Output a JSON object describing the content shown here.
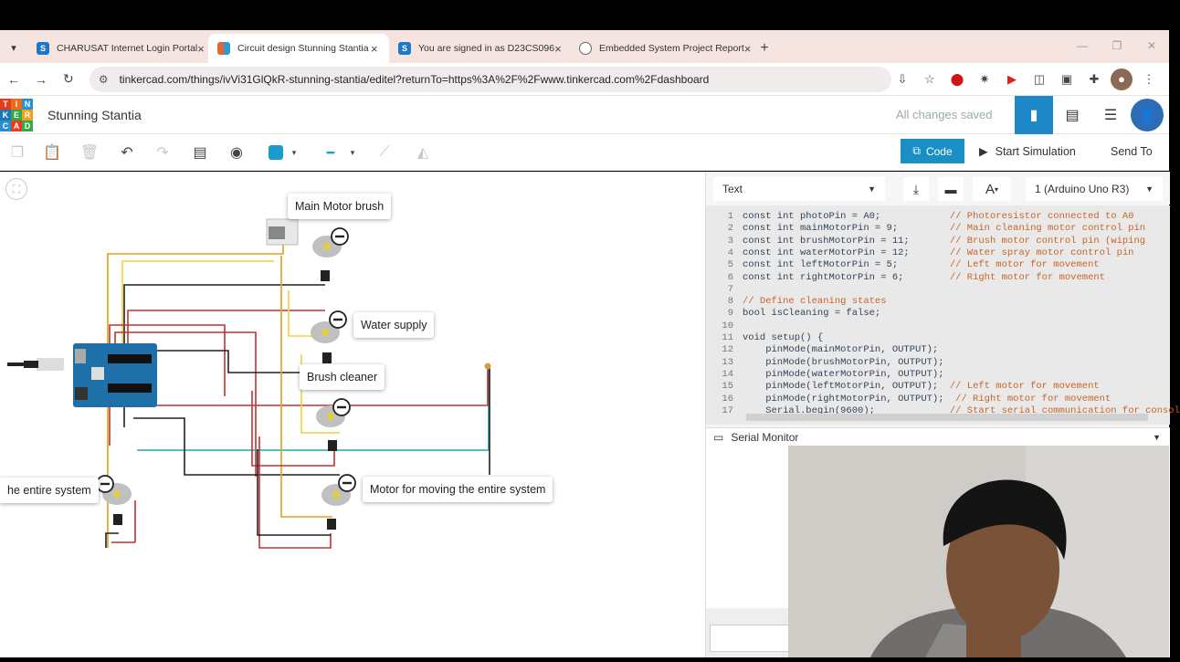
{
  "browser": {
    "tabs": [
      {
        "title": "CHARUSAT Internet Login Portal",
        "favicon": "S",
        "color": "#1d78c8"
      },
      {
        "title": "Circuit design Stunning Stantia",
        "favicon": "",
        "color": "#e6672b"
      },
      {
        "title": "You are signed in as D23CS096",
        "favicon": "S",
        "color": "#1d78c8"
      },
      {
        "title": "Embedded System Project Report",
        "favicon": "",
        "color": "#777"
      }
    ],
    "url": "tinkercad.com/things/ivVi31GlQkR-stunning-stantia/editel?returnTo=https%3A%2F%2Fwww.tinkercad.com%2Fdashboard"
  },
  "app": {
    "logo_letters": [
      "T",
      "I",
      "N",
      "K",
      "E",
      "R",
      "C",
      "A",
      "D"
    ],
    "project_name": "Stunning Stantia",
    "status": "All changes saved"
  },
  "toolbar": {
    "code_label": "Code",
    "simulate_label": "Start Simulation",
    "send_label": "Send To"
  },
  "canvas": {
    "labels": {
      "main_motor": "Main Motor brush",
      "water_supply": "Water supply",
      "brush_cleaner": "Brush cleaner",
      "entire_system": "he entire system",
      "moving_motor": "Motor for moving the entire system"
    }
  },
  "code_editor": {
    "mode": "Text",
    "board": "1 (Arduino Uno R3)",
    "lines": [
      {
        "n": "1",
        "code": "const int photoPin = A0;",
        "comment": "// Photoresistor connected to A0"
      },
      {
        "n": "2",
        "code": "const int mainMotorPin = 9;",
        "comment": "// Main cleaning motor control pin"
      },
      {
        "n": "3",
        "code": "const int brushMotorPin = 11;",
        "comment": "// Brush motor control pin (wiping"
      },
      {
        "n": "4",
        "code": "const int waterMotorPin = 12;",
        "comment": "// Water spray motor control pin"
      },
      {
        "n": "5",
        "code": "const int leftMotorPin = 5;",
        "comment": "// Left motor for movement"
      },
      {
        "n": "6",
        "code": "const int rightMotorPin = 6;",
        "comment": "// Right motor for movement"
      },
      {
        "n": "7",
        "code": "",
        "comment": ""
      },
      {
        "n": "8",
        "code": "",
        "comment": "// Define cleaning states"
      },
      {
        "n": "9",
        "code": "bool isCleaning = false;",
        "comment": ""
      },
      {
        "n": "10",
        "code": "",
        "comment": ""
      },
      {
        "n": "11",
        "code": "void setup() {",
        "comment": ""
      },
      {
        "n": "12",
        "code": "    pinMode(mainMotorPin, OUTPUT);",
        "comment": ""
      },
      {
        "n": "13",
        "code": "    pinMode(brushMotorPin, OUTPUT);",
        "comment": ""
      },
      {
        "n": "14",
        "code": "    pinMode(waterMotorPin, OUTPUT);",
        "comment": ""
      },
      {
        "n": "15",
        "code": "    pinMode(leftMotorPin, OUTPUT);",
        "comment": "// Left motor for movement"
      },
      {
        "n": "16",
        "code": "    pinMode(rightMotorPin, OUTPUT);",
        "comment": "// Right motor for movement"
      },
      {
        "n": "17",
        "code": "    Serial.begin(9600);",
        "comment": "// Start serial communication for consol"
      }
    ],
    "serial_label": "Serial Monitor"
  }
}
